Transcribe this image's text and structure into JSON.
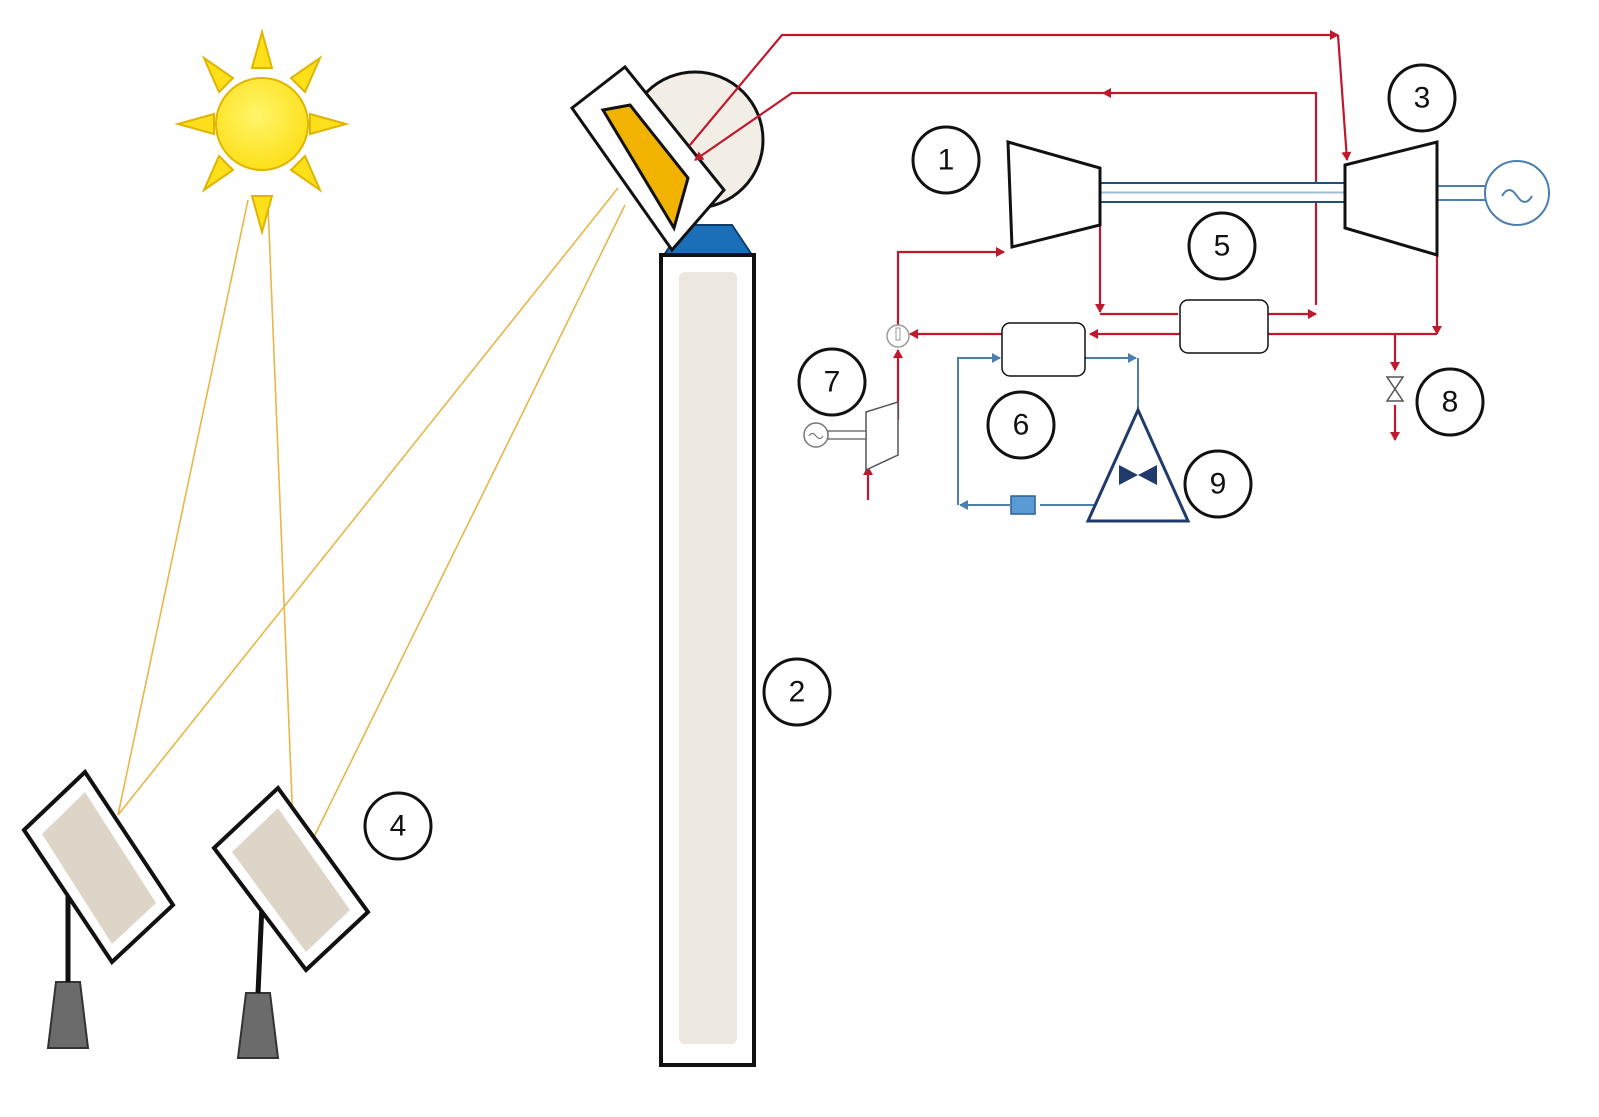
{
  "diagram": {
    "labels": {
      "compressor": "1",
      "tower": "2",
      "turbine": "3",
      "heliostats": "4",
      "recuperator": "5",
      "cooler": "6",
      "auxiliary_turbine": "7",
      "valve": "8",
      "refrigeration": "9"
    },
    "colors": {
      "sun": "#fde01a",
      "sun_outline": "#e0b400",
      "hot_line": "#c0182c",
      "cold_line": "#4a7fb0",
      "receiver_panel": "#f2b300",
      "tower_cap": "#1a6fb8",
      "mirror_fill": "#ddd6c8",
      "stand": "#6b6b6b",
      "light_ray": "#e8b64a"
    },
    "icons": [
      "sun-icon",
      "generator-icon",
      "valve-icon",
      "compressor-icon",
      "turbine-icon"
    ]
  }
}
